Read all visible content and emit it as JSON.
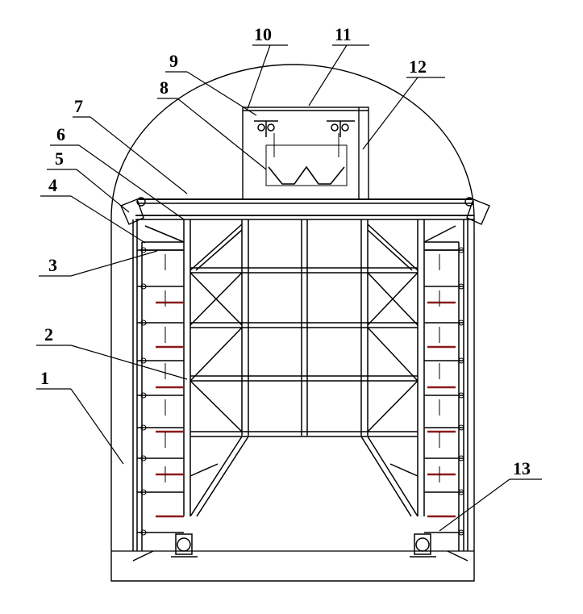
{
  "diagram": {
    "callouts": [
      {
        "id": "c1",
        "label": "1"
      },
      {
        "id": "c2",
        "label": "2"
      },
      {
        "id": "c3",
        "label": "3"
      },
      {
        "id": "c4",
        "label": "4"
      },
      {
        "id": "c5",
        "label": "5"
      },
      {
        "id": "c6",
        "label": "6"
      },
      {
        "id": "c7",
        "label": "7"
      },
      {
        "id": "c8",
        "label": "8"
      },
      {
        "id": "c9",
        "label": "9"
      },
      {
        "id": "c10",
        "label": "10"
      },
      {
        "id": "c11",
        "label": "11"
      },
      {
        "id": "c12",
        "label": "12"
      },
      {
        "id": "c13",
        "label": "13"
      }
    ],
    "colors": {
      "line": "#000000",
      "accent_bars": "#8b1a1a",
      "background": "#ffffff"
    }
  }
}
